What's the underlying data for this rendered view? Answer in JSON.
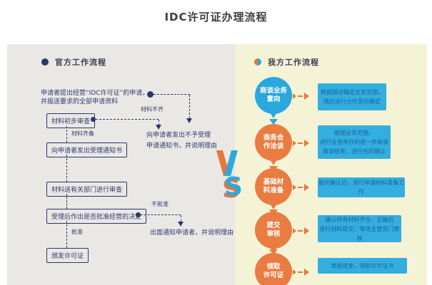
{
  "title": "IDC许可证办理流程",
  "colors": {
    "navy": "#2e356b",
    "left_panel_bg": "#e9e8e5",
    "right_panel_bg": "#f5f3d6",
    "blue": "#2aa7dd",
    "orange": "#e87c41",
    "box_blue_bg": "#33aede",
    "box_blue_text": "#1b639c"
  },
  "left": {
    "header": "官方工作流程",
    "para_line1": "申请者提出经营“IDC许可证”的申请，",
    "para_line2": "并报送要求的全部申请资料",
    "boxes": [
      "材料初步审查",
      "向申请者发出受理通知书",
      "材料送有关部门进行审查",
      "受理后作出是否批准经营的决定",
      "颁发许可证"
    ],
    "labels": {
      "incomplete": "材料不齐",
      "complete": "材料齐备",
      "rejected": "不批准",
      "approved": "批准"
    },
    "reject_note1_line1": "向申请者发出不予受理",
    "reject_note1_line2": "申请通知书，并说明理由",
    "reject_note2": "出面通知申请者，并说明理由"
  },
  "vs": {
    "v": "V",
    "s": "S"
  },
  "right": {
    "header": "我方工作流程",
    "steps": [
      {
        "circle_line1": "商谈业务",
        "circle_line2": "意向",
        "box_lines": [
          "根据描述确定业务范围，",
          "随后进行合作意向确定"
        ]
      },
      {
        "circle_line1": "商务合",
        "circle_line2": "作洽谈",
        "box_lines": [
          "根据业务范围，",
          "进行业务申办的进一步商谈",
          "商谈结束，进行合同确认"
        ]
      },
      {
        "circle_line1": "基础材",
        "circle_line2": "料准备",
        "box_lines": [
          "最终确认后，进行申请材料准备工作"
        ]
      },
      {
        "circle_line1": "提交",
        "circle_line2": "审核",
        "box_lines": [
          "确认所有材料齐全、正确后",
          "进行材料提交，等待主管部门审核"
        ]
      },
      {
        "circle_line1": "领取",
        "circle_line2": "许可证",
        "box_lines": [
          "审核结束，领取许可证书"
        ]
      }
    ]
  }
}
